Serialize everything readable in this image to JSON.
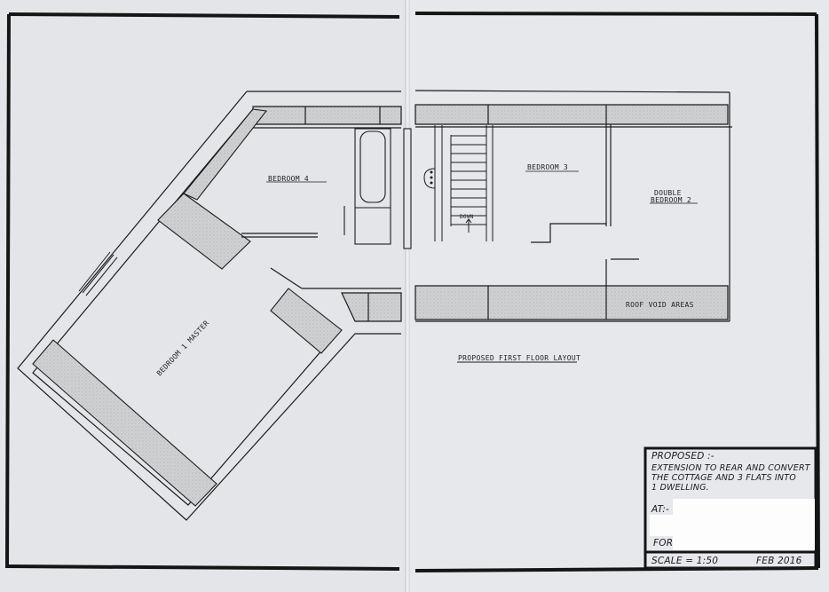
{
  "drawing": {
    "title": "PROPOSED FIRST FLOOR LAYOUT",
    "rooms": [
      {
        "id": "bedroom-4",
        "label": "BEDROOM 4"
      },
      {
        "id": "bedroom-3",
        "label": "BEDROOM 3"
      },
      {
        "id": "bedroom-2",
        "label_line1": "DOUBLE",
        "label_line2": "BEDROOM 2"
      },
      {
        "id": "bedroom-1",
        "label": "BEDROOM 1 MASTER"
      },
      {
        "id": "roof-void",
        "label": "ROOF VOID AREAS"
      }
    ],
    "stairs_label": "DOWN"
  },
  "title_block": {
    "proposed_heading": "PROPOSED :-",
    "description_line1": "EXTENSION TO REAR AND CONVERT",
    "description_line2": "THE COTTAGE AND 3 FLATS INTO",
    "description_line3": "1 DWELLING.",
    "at_label": "AT:-",
    "for_label": "FOR",
    "scale": "SCALE = 1:50",
    "date": "FEB 2016"
  },
  "colors": {
    "ink": "#1b1b1b",
    "paper": "#e4e5e9",
    "hatch": "#c9cacb",
    "redaction": "#fdfdfd"
  }
}
